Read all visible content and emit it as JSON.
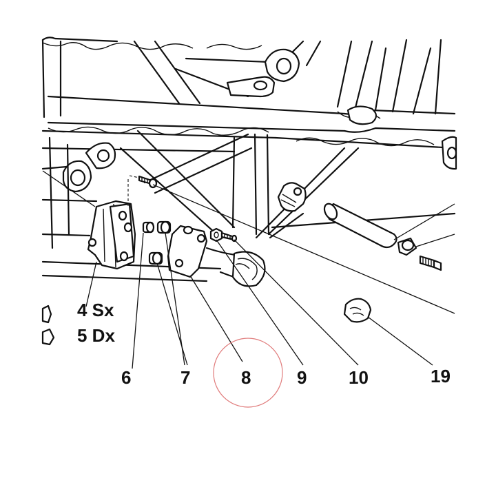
{
  "labels": {
    "l4": "4 Sx",
    "l5": "5 Dx",
    "l6": "6",
    "l7": "7",
    "l8": "8",
    "l9": "9",
    "l10": "10",
    "l19": "19"
  },
  "colors": {
    "line": "#111111",
    "highlight_circle": "#e07a7a",
    "background": "#ffffff"
  }
}
